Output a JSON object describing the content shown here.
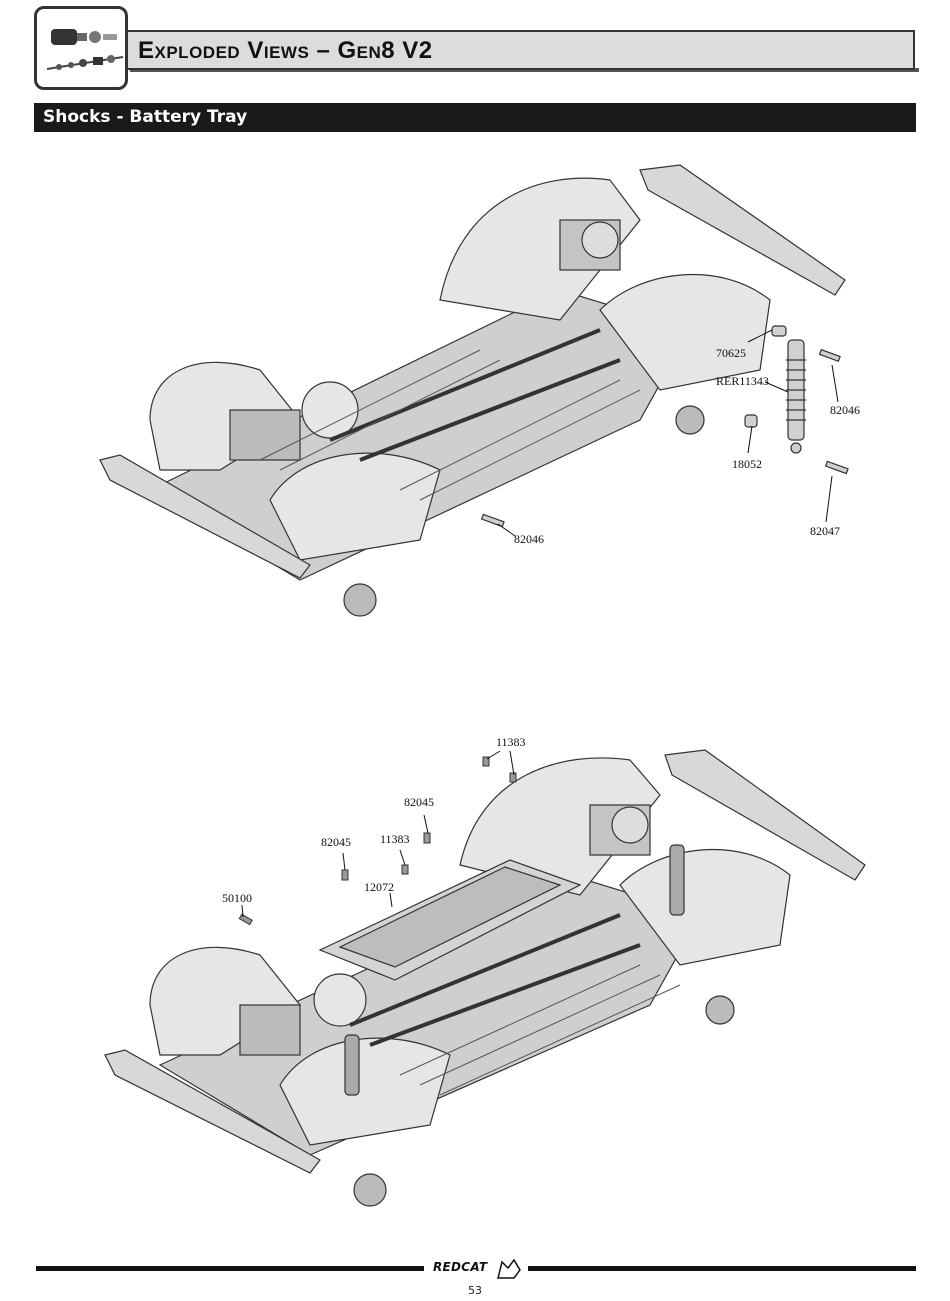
{
  "header": {
    "title": "Exploded Views – Gen8 V2",
    "section": "Shocks - Battery Tray"
  },
  "diagram_top": {
    "labels": {
      "shock_cap": "70625",
      "shock_assembly": "RER11343",
      "upper_screw": "82046",
      "bushing": "18052",
      "lower_screw": "82047",
      "link_screw": "82046"
    }
  },
  "diagram_bottom": {
    "labels": {
      "top_screw": "11383",
      "screw_a": "82045",
      "screw_b": "82045",
      "screw_c": "11383",
      "tray": "12072",
      "pin": "50100"
    }
  },
  "footer": {
    "brand": "REDCAT",
    "page": "53"
  },
  "colors": {
    "section_bar": "#1a1a1a",
    "title_bar": "#dcdcdc"
  }
}
